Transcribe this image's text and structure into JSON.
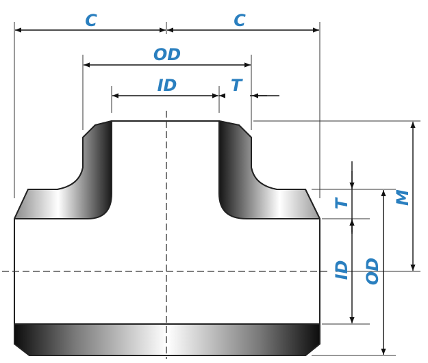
{
  "colors": {
    "label": "#2a7fbf",
    "outline": "#222222",
    "background": "#ffffff"
  },
  "labels": {
    "c_left": "C",
    "c_right": "C",
    "od_top": "OD",
    "id_top": "ID",
    "t_top": "T",
    "t_side": "T",
    "id_side": "ID",
    "od_side": "OD",
    "m_side": "M"
  }
}
